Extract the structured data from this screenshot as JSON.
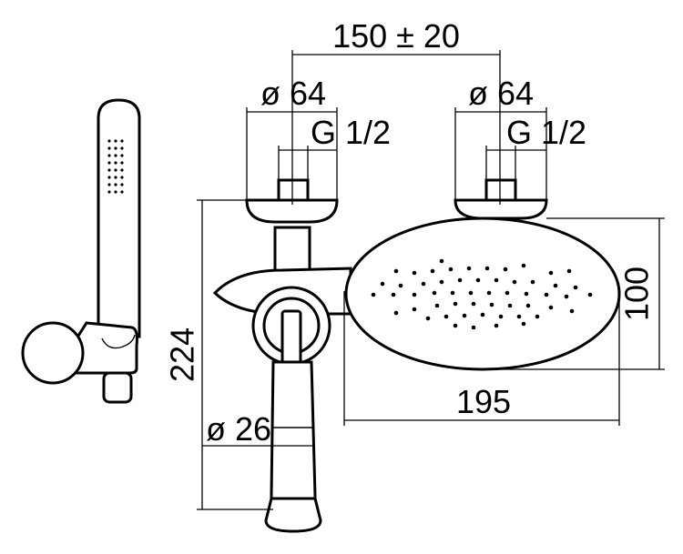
{
  "dimensions": {
    "spacing": "150 ± 20",
    "flange_left": "ø 64",
    "flange_right": "ø 64",
    "thread_left": "G 1/2",
    "thread_right": "G 1/2",
    "head_height": "100",
    "head_width": "195",
    "total_height": "224",
    "pipe_diameter": "ø 26"
  }
}
